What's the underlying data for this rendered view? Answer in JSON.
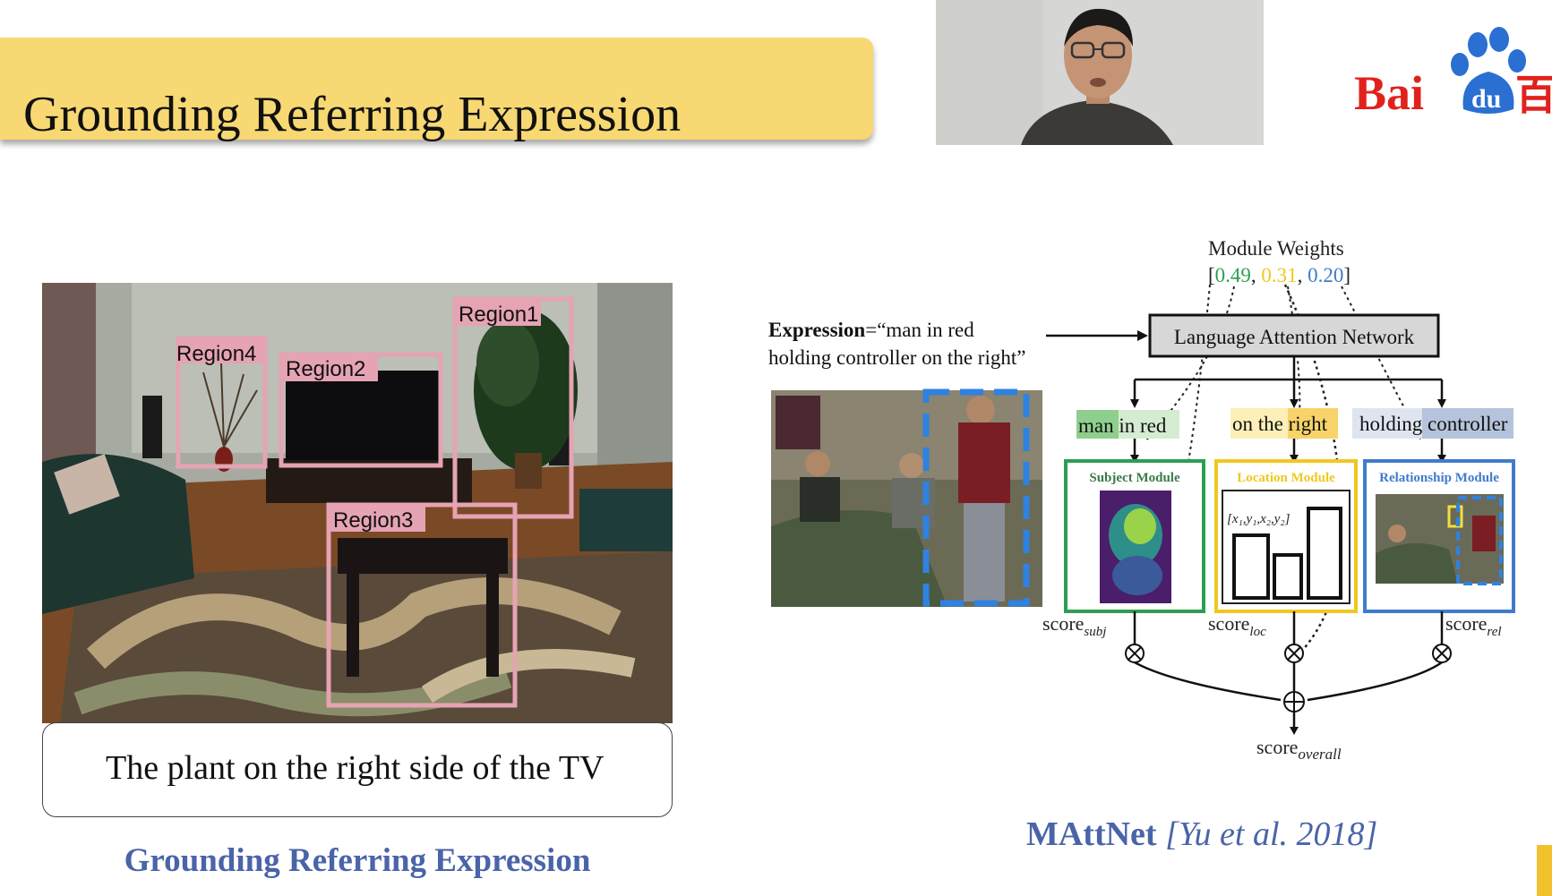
{
  "slide": {
    "title": "Grounding Referring Expression",
    "left_caption": "Grounding Referring Expression",
    "right_caption_model": "MAttNet",
    "right_caption_citation": "[Yu et al. 2018]"
  },
  "logo": {
    "brand_left": "Bai",
    "brand_mid": "du",
    "brand_right": "百"
  },
  "scene": {
    "regions": [
      "Region1",
      "Region2",
      "Region3",
      "Region4"
    ],
    "caption": "The plant on the right side of the TV"
  },
  "diagram": {
    "module_weights_label": "Module Weights",
    "weight_open": "[",
    "weight_1": "0.49",
    "weight_2": "0.31",
    "weight_3": "0.20",
    "weight_close": "]",
    "comma": ",",
    "expression_label": "Expression",
    "expression_line1": "=“man in red",
    "expression_line2": "holding controller on the right”",
    "lan_label": "Language Attention Network",
    "phrase_subj_a": "man",
    "phrase_subj_b": "in red",
    "phrase_loc_a": "on the",
    "phrase_loc_b": "right",
    "phrase_rel_a": "holding",
    "phrase_rel_b": "controller",
    "subject_module": "Subject Module",
    "location_module": "Location Module",
    "relationship_module": "Relationship Module",
    "loc_coords": "[x₁,y₁,x₂,y₂]",
    "score": "score",
    "sub_subj": "subj",
    "sub_loc": "loc",
    "sub_rel": "rel",
    "sub_overall": "overall",
    "colors": {
      "green": "#2e9e55",
      "yellow": "#f0c81e",
      "blue": "#3f7ccc"
    }
  }
}
